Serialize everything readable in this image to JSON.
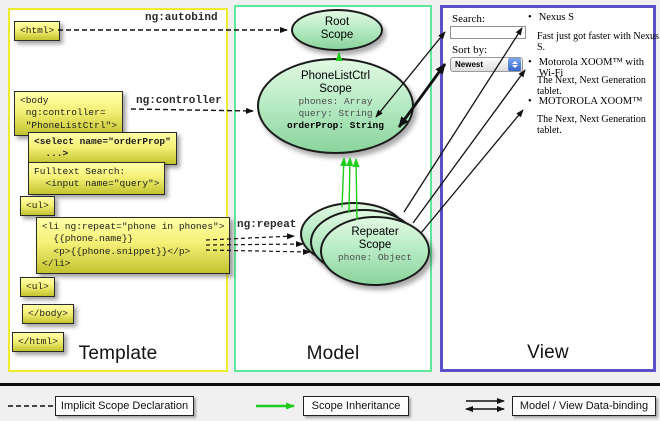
{
  "columns": {
    "template": {
      "label": "Template"
    },
    "model": {
      "label": "Model"
    },
    "view": {
      "label": "View"
    }
  },
  "directives": {
    "autobind": "ng:autobind",
    "controller": "ng:controller",
    "repeat": "ng:repeat"
  },
  "template_boxes": {
    "html_open": "<html>",
    "body_open": "<body\n ng:controller=\n \"PhoneListCtrl\">",
    "select_order": "<select name=\"orderProp\"\n  ...>",
    "fulltext_search": "Fulltext Search:\n  <input name=\"query\">",
    "ul_first": "<ul>",
    "li_repeat": "<li ng:repeat=\"phone in phones\">\n  {{phone.name}}\n  <p>{{phone.snippet}}</p>\n</li>",
    "ul_second": "<ul>",
    "body_close": "</body>",
    "html_close": "</html>"
  },
  "scopes": {
    "root": {
      "line1": "Root",
      "line2": "Scope"
    },
    "phone_list": {
      "line1": "PhoneListCtrl",
      "line2": "Scope",
      "prop1": "phones: Array",
      "prop2": "query: String",
      "prop3": "orderProp: String"
    },
    "repeater": {
      "line1": "Repeater",
      "line2": "Scope",
      "prop1": "phone: Object"
    }
  },
  "view": {
    "search_label": "Search:",
    "search_value": "",
    "sort_label": "Sort by:",
    "sort_value": "Newest",
    "bullet": "•",
    "items": [
      {
        "title": "Nexus S",
        "desc": "Fast just got faster with Nexus S."
      },
      {
        "title": "Motorola XOOM™ with Wi-Fi",
        "desc": "The Next, Next Generation tablet."
      },
      {
        "title": "MOTOROLA XOOM™",
        "desc": "The Next, Next Generation tablet."
      }
    ]
  },
  "legend": {
    "implicit": "Implicit Scope Declaration",
    "inheritance": "Scope Inheritance",
    "binding": "Model / View Data-binding"
  },
  "colors": {
    "template_border": "#f0ec2d",
    "model_border": "#5de89b",
    "view_border": "#5a50c8",
    "green_arrow": "#1dcc1d"
  }
}
